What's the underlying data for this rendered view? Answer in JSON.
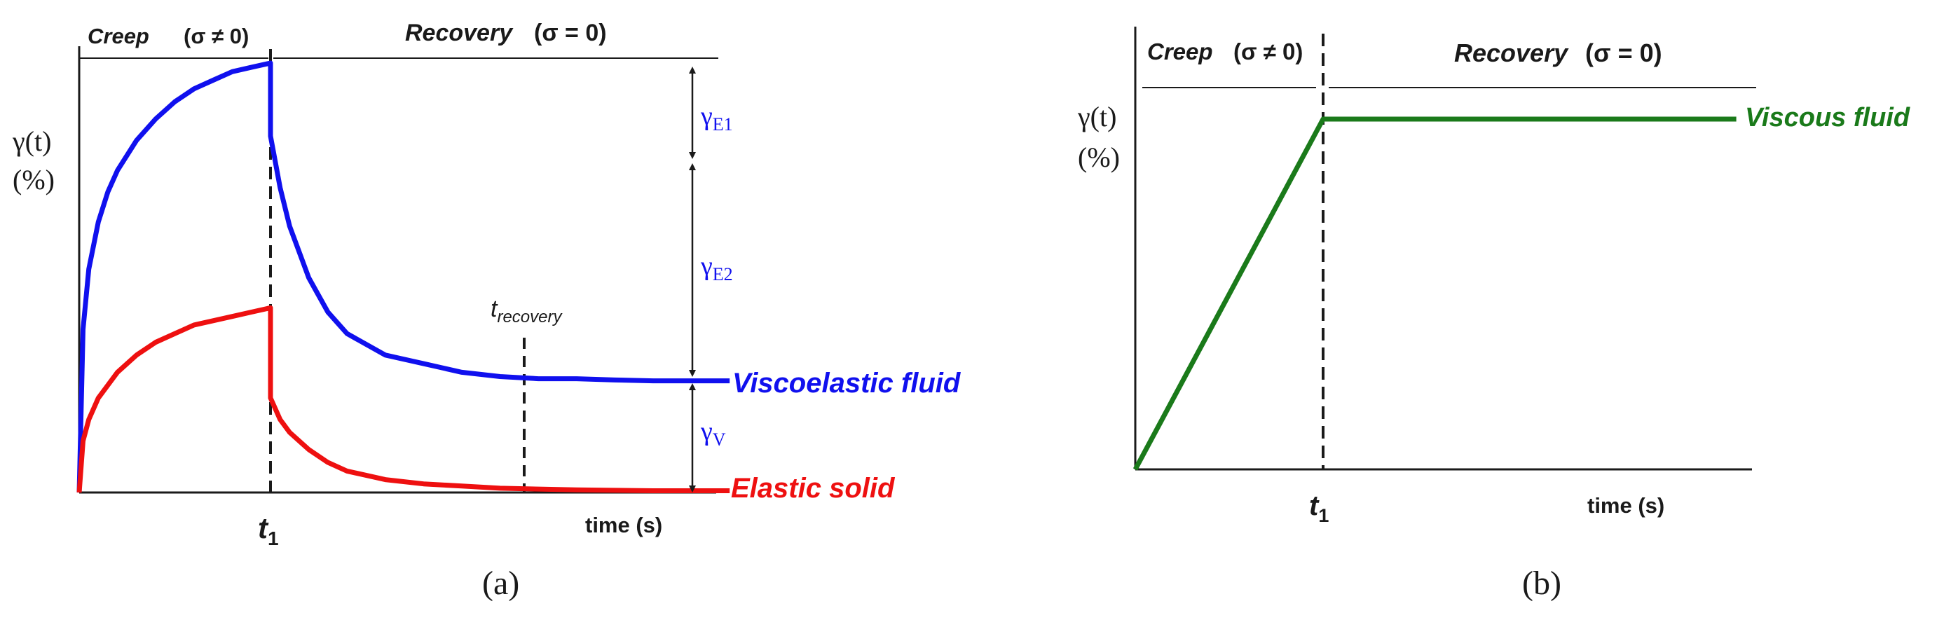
{
  "colors": {
    "viscoelastic": "#1010ee",
    "elastic": "#ee1010",
    "viscous": "#1a7a1a",
    "axis": "#1a1a1a"
  },
  "chart_data": [
    {
      "type": "line",
      "panel_label": "(a)",
      "phase_labels": {
        "creep": "Creep",
        "creep_cond": "(σ ≠ 0)",
        "recovery": "Recovery",
        "recovery_cond": "(σ = 0)"
      },
      "ylabel": "γ(t)",
      "yunit": "(%)",
      "xlabel": "time (s)",
      "t1_label": {
        "main": "t",
        "sub": "1"
      },
      "trecovery_label": {
        "main": "t",
        "sub": "recovery"
      },
      "annotations": [
        {
          "main": "γ",
          "sub": "E1"
        },
        {
          "main": "γ",
          "sub": "E2"
        },
        {
          "main": "γ",
          "sub": "V"
        }
      ],
      "series": [
        {
          "name": "Viscoelastic fluid",
          "x": [
            0,
            0.02,
            0.05,
            0.1,
            0.15,
            0.2,
            0.3,
            0.4,
            0.5,
            0.6,
            0.7,
            0.8,
            0.9,
            1.0,
            1.0,
            1.05,
            1.1,
            1.2,
            1.3,
            1.4,
            1.6,
            1.8,
            2.0,
            2.2,
            2.4,
            2.6,
            2.8,
            3.0,
            3.2,
            3.4
          ],
          "y": [
            0,
            0.38,
            0.52,
            0.63,
            0.7,
            0.75,
            0.82,
            0.87,
            0.91,
            0.94,
            0.96,
            0.98,
            0.99,
            1.0,
            0.83,
            0.71,
            0.62,
            0.5,
            0.42,
            0.37,
            0.32,
            0.3,
            0.28,
            0.27,
            0.265,
            0.265,
            0.262,
            0.26,
            0.26,
            0.26
          ]
        },
        {
          "name": "Elastic solid",
          "x": [
            0,
            0.02,
            0.05,
            0.1,
            0.15,
            0.2,
            0.3,
            0.4,
            0.5,
            0.6,
            0.7,
            0.8,
            0.9,
            1.0,
            1.0,
            1.05,
            1.1,
            1.2,
            1.3,
            1.4,
            1.6,
            1.8,
            2.0,
            2.2,
            2.4,
            2.6,
            2.8,
            3.0,
            3.2,
            3.4
          ],
          "y": [
            0,
            0.12,
            0.17,
            0.22,
            0.25,
            0.28,
            0.32,
            0.35,
            0.37,
            0.39,
            0.4,
            0.41,
            0.42,
            0.43,
            0.22,
            0.17,
            0.14,
            0.1,
            0.07,
            0.05,
            0.03,
            0.02,
            0.015,
            0.01,
            0.008,
            0.006,
            0.005,
            0.004,
            0.004,
            0.004
          ]
        }
      ]
    },
    {
      "type": "line",
      "panel_label": "(b)",
      "phase_labels": {
        "creep": "Creep",
        "creep_cond": "(σ ≠ 0)",
        "recovery": "Recovery",
        "recovery_cond": "(σ = 0)"
      },
      "ylabel": "γ(t)",
      "yunit": "(%)",
      "xlabel": "time (s)",
      "t1_label": {
        "main": "t",
        "sub": "1"
      },
      "series": [
        {
          "name": "Viscous fluid",
          "x": [
            0,
            1.0,
            3.2
          ],
          "y": [
            0,
            1.0,
            1.0
          ]
        }
      ]
    }
  ]
}
